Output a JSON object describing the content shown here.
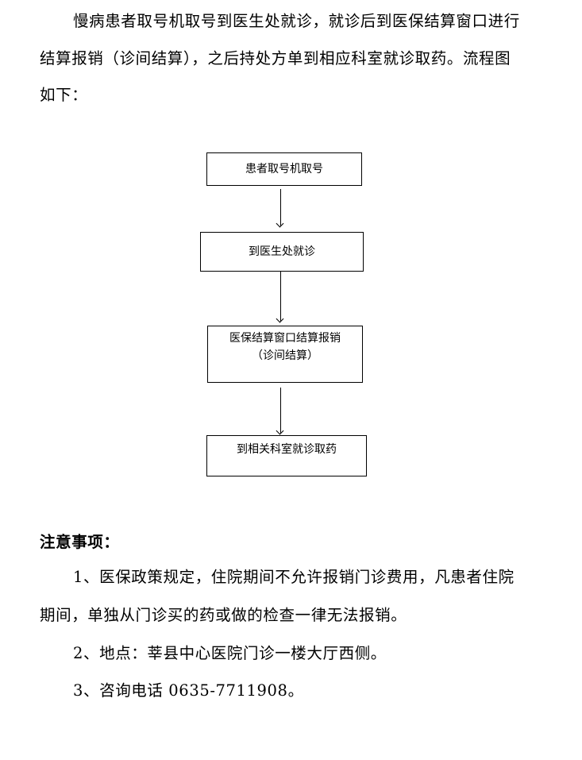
{
  "intro": {
    "lines": [
      "慢病患者取号机取号到医生处就诊，就诊后到医保结算窗口进行",
      "结算报销（诊间结算），之后持处方单到相应科室就诊取药。流程图",
      "如下："
    ]
  },
  "flowchart": {
    "steps": [
      {
        "line1": "患者取号机取号",
        "line2": ""
      },
      {
        "line1": "到医生处就诊",
        "line2": ""
      },
      {
        "line1": "医保结算窗口结算报销",
        "line2": "（诊间结算）"
      },
      {
        "line1": "到相关科室就诊取药",
        "line2": ""
      }
    ]
  },
  "notes": {
    "heading": "注意事项：",
    "lines": [
      "1、医保政策规定，住院期间不允许报销门诊费用，凡患者住院",
      "期间，单独从门诊买的药或做的检查一律无法报销。",
      "2、地点：莘县中心医院门诊一楼大厅西侧。",
      "3、咨询电话 0635-7711908。"
    ]
  }
}
